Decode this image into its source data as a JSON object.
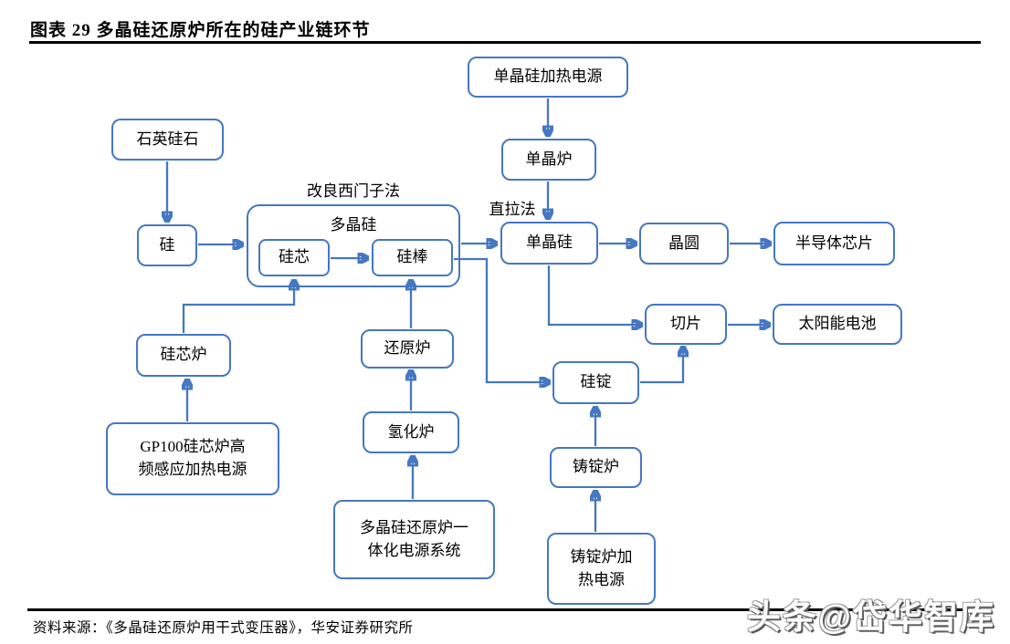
{
  "page": {
    "title": "图表 29 多晶硅还原炉所在的硅产业链环节",
    "source": "资料来源：《多晶硅还原炉用干式变压器》，华安证券研究所",
    "watermark": "头条@岱华智库"
  },
  "colors": {
    "accent": "#4577c2",
    "title_text": "#000000",
    "rule": "#000000",
    "watermark_fill": "#ffffff"
  },
  "diagram": {
    "annotations": {
      "improved_siemens": "改良西门子法",
      "czochralski": "直拉法",
      "group_label": "多晶硅"
    },
    "nodes": {
      "quartz": "石英硅石",
      "silicon": "硅",
      "silicon_core": "硅芯",
      "silicon_rod": "硅棒",
      "mono_heating_power": "单晶硅加热电源",
      "mono_furnace": "单晶炉",
      "mono_silicon": "单晶硅",
      "wafer": "晶圆",
      "semiconductor_chip": "半导体芯片",
      "slicing": "切片",
      "solar_cell": "太阳能电池",
      "silicon_ingot": "硅锭",
      "core_furnace": "硅芯炉",
      "gp100_power": "GP100硅芯炉高\n频感应加热电源",
      "reduction_furnace": "还原炉",
      "hydrogenation_furnace": "氢化炉",
      "integrated_power": "多晶硅还原炉一\n体化电源系统",
      "casting_furnace": "铸锭炉",
      "casting_heating_power": "铸锭炉加\n热电源"
    }
  }
}
